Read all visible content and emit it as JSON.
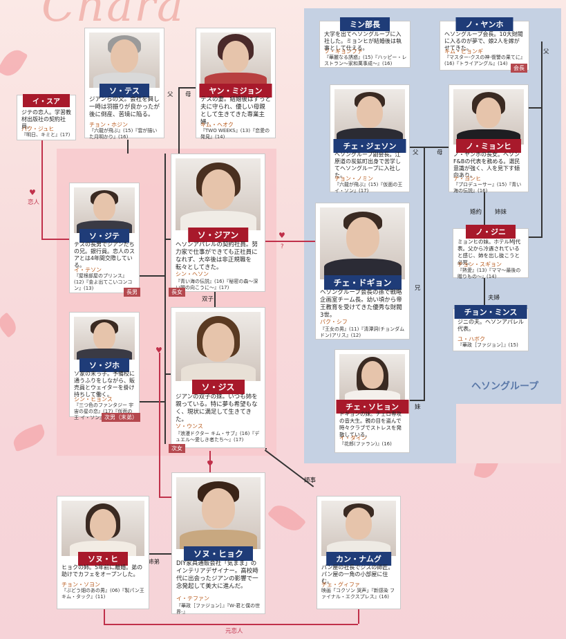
{
  "title": "Chara",
  "group_label": "ヘソングループ",
  "relations": {
    "father": "父",
    "mother": "母",
    "twins": "双子",
    "lover": "恋人",
    "question": "?",
    "elder_brother": "兄",
    "younger_sister": "妹",
    "engaged": "婚約",
    "sisters": "姉妹",
    "couple": "夫婦",
    "siblings_inlaw": "姉弟",
    "mentor": "師事",
    "ex_lover": "元恋人",
    "father2": "父",
    "father3": "父",
    "mother3": "母"
  },
  "tags": {
    "chonan": "長男",
    "chojo": "長女",
    "jijo": "次女",
    "jinan": "次男（末弟）",
    "kaicho": "会長"
  },
  "characters": {
    "isua": {
      "name": "イ・スア",
      "desc": "ジテの恋人。学習教材出版社の契約社員。",
      "actor": "パク・ジュヒ",
      "works": "『明日、キミと』(17)"
    },
    "sotesu": {
      "name": "ソ・テス",
      "desc": "ジアンらの父。会社を興し一時は羽振りが良かったが後に倒産、苦境に陥る。",
      "actor": "チョン・ホジン",
      "works": "『六龍が飛ぶ』(15)『雲が描いた月明かり』(16)"
    },
    "yanmijon": {
      "name": "ヤン・ミジョン",
      "desc": "テスの妻。結婚後はずっと夫に守られ、優しい母親として生きてきた専業主婦。",
      "actor": "キム・ヘオク",
      "works": "『TWO WEEKS』(13)『恋愛の発見』(14)"
    },
    "minbucho": {
      "name": "ミン部長",
      "desc": "大学を出てヘソングループに入社した。ミョンヒが結婚後は執事として仕える。",
      "actor": "ソ・ギョンファ",
      "works": "『華麗なる誘惑』(15)『ハッピー・レストラン〜家和萬事成〜』(16)"
    },
    "noyanho": {
      "name": "ノ・ヤンホ",
      "desc": "ヘソングループ会長。10大財閥に入るのが夢で、娘2人を嫁がせてきた。",
      "actor": "キム・ビョンギ",
      "works": "『マスター-クスの神-復讐の果てに』(16)『トライアングル』(14)"
    },
    "chejeson": {
      "name": "チェ・ジェソン",
      "desc": "ヘソングループ副会長。江原道の炭鉱町出身で苦学してヘソングループに入社した。",
      "actor": "チョン・ノミン",
      "works": "『六龍が飛ぶ』(15)『仮面の王 イ・ソン』(17)"
    },
    "nomyonhi": {
      "name": "ノ・ミョンヒ",
      "desc": "ノ・ヤンホの長女。ヘソンF&Bの代表を務める。選民意識が強く、人を見下す傾向あり。",
      "actor": "ナ・ヨンヒ",
      "works": "『プロデューサー』(15)『青い海の伝説』(16)"
    },
    "sojite": {
      "name": "ソ・ジテ",
      "desc": "テスの長男でジアンたちの兄。銀行員。恋人のスアとは4年間交際している。",
      "actor": "イ・テソン",
      "works": "『屋根部屋のプリンス』(12)『金よ出てこいコンコン』(13)"
    },
    "sojian": {
      "name": "ソ・ジアン",
      "desc": "ヘソンアパレルの契約社員。努力家で仕事ができても正社員になれず、大卒後は非正規職を転々としてきた。",
      "actor": "シン・ヘソン",
      "works": "『青い海の伝説』(16)『秘密の森〜深い闇の向こうに〜』(17)"
    },
    "chedogion": {
      "name": "チェ・ドギョン",
      "desc": "ヘソングループ会長の孫で戦略企画室チーム長。幼い頃から帝王教育を受けてきた優秀な財閥3世。",
      "actor": "パク・シフ",
      "works": "『王女の男』(11)『清潭洞(チョンダムドン)アリス』(12)"
    },
    "nojini": {
      "name": "ノ・ジニ",
      "desc": "ミョンヒの妹。ホテルMJ代表。父から冷遇されていると感じ、姉を出し抜こうと必死。",
      "actor": "チョン・スギョン",
      "works": "『熱愛』(13)『ママ〜最後の贈りもの〜』(14)"
    },
    "chonminsu": {
      "name": "チョン・ミンス",
      "desc": "ジニの夫。ヘソンアパレル代表。",
      "actor": "ユ・ハボク",
      "works": "『華政［ファジョン］』(15)"
    },
    "sojiho": {
      "name": "ソ・ジホ",
      "desc": "ソ家の末っ子。予備校に通うふりをしながら、販売員とウェイターを掛け持ちして働く。",
      "actor": "シン・ヒョンス",
      "works": "『三つ色のファンタジー 宇宙の星の恋』(17)『仮面の王 イ・ソン』(17)"
    },
    "sojisu": {
      "name": "ソ・ジス",
      "desc": "ジアンの双子の妹。いつも姉を親っている。特に夢も希望もなく、現状に満足して生きてきた。",
      "actor": "ソ・ウンス",
      "works": "『浪漫ドクター キム・サブ』(16)『デュエル〜愛しき者たち〜』(17)"
    },
    "chesohyon": {
      "name": "チェ・ソヒョン",
      "desc": "ドギョンの妹。チェロ専攻の音大生。親の目を盗んで時々クラブでストレスを発散している。",
      "actor": "イ・ダイン",
      "works": "『花郎(ファラン)』(16)"
    },
    "sonuhi": {
      "name": "ソヌ・ヒ",
      "desc": "ヒョクの姉。5年前に離婚。弟の助けでカフェをオープンした。",
      "actor": "チョン・ソヨン",
      "works": "『ぶどう畑のあの男』(06)『製パン王キム・タック』(11)"
    },
    "sonuhyok": {
      "name": "ソヌ・ヒョク",
      "desc": "DIY家具通販会社「気まま」のインテリアデザイナー。高校時代に出会ったジアンの影響で一念発起して美大に進んだ。",
      "actor": "イ・テファン",
      "works": "『華政［ファジョン］』『W-君と僕の世界-』"
    },
    "kannamugu": {
      "name": "カン・ナムグ",
      "desc": "パン屋の社長でジスの師匠。パン屋の一角の小部屋に住む。",
      "actor": "チェ・グィファ",
      "works": "映画「コクソン 哭声」『新感染 ファイナル・エクスプレス』(16)"
    }
  },
  "icons": {
    "heart": "heart-icon"
  }
}
